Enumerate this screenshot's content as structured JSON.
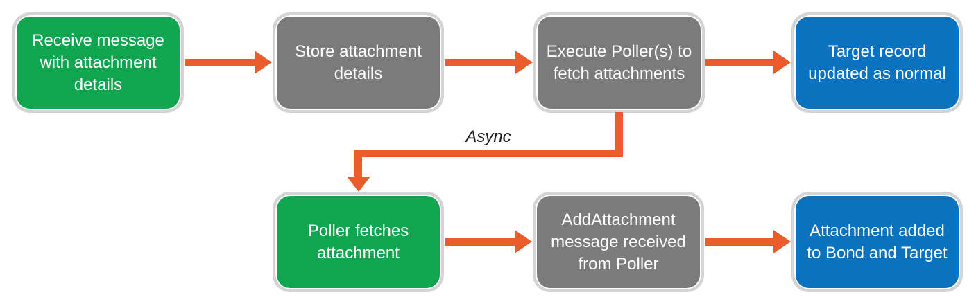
{
  "diagram": {
    "nodes": [
      {
        "id": "receive-message",
        "label": "Receive message\nwith attachment\ndetails",
        "color": "green"
      },
      {
        "id": "store-details",
        "label": "Store attachment\ndetails",
        "color": "gray"
      },
      {
        "id": "execute-pollers",
        "label": "Execute Poller(s) to\nfetch attachments",
        "color": "gray"
      },
      {
        "id": "target-updated",
        "label": "Target record\nupdated as normal",
        "color": "blue"
      },
      {
        "id": "poller-fetches",
        "label": "Poller fetches\nattachment",
        "color": "green"
      },
      {
        "id": "addattachment-received",
        "label": "AddAttachment\nmessage received\nfrom Poller",
        "color": "gray"
      },
      {
        "id": "attachment-added",
        "label": "Attachment added\nto Bond and Target",
        "color": "blue"
      }
    ],
    "edges": [
      {
        "from": "receive-message",
        "to": "store-details",
        "style": "straight"
      },
      {
        "from": "store-details",
        "to": "execute-pollers",
        "style": "straight"
      },
      {
        "from": "execute-pollers",
        "to": "target-updated",
        "style": "straight"
      },
      {
        "from": "execute-pollers",
        "to": "poller-fetches",
        "style": "elbow",
        "label": "Async"
      },
      {
        "from": "poller-fetches",
        "to": "addattachment-received",
        "style": "straight"
      },
      {
        "from": "addattachment-received",
        "to": "attachment-added",
        "style": "straight"
      }
    ]
  },
  "colors": {
    "green": "#10A650",
    "gray": "#7B7B7B",
    "blue": "#0B72C0",
    "orange": "#E95C2C",
    "border": "#D4D4D4"
  }
}
